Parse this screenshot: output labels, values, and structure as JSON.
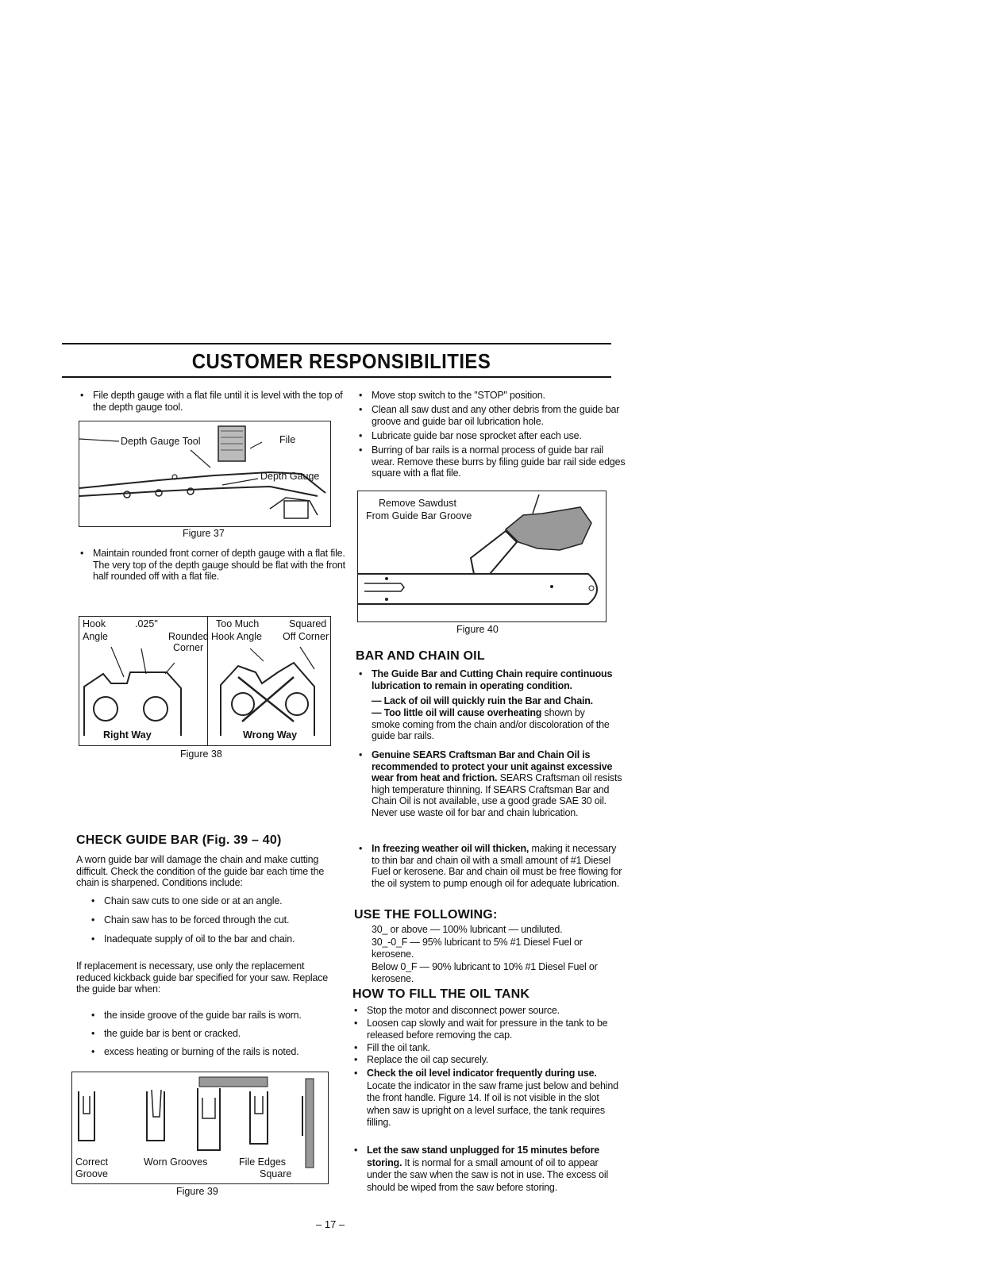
{
  "page": {
    "title": "CUSTOMER RESPONSIBILITIES",
    "page_number": "– 17 –"
  },
  "left": {
    "bullet1": "File depth gauge with a flat file until it is level with the top of the depth gauge tool.",
    "fig37": {
      "caption": "Figure 37",
      "label_tool": "Depth Gauge Tool",
      "label_file": "File",
      "label_gauge": "Depth Gauge"
    },
    "bullet2": "Maintain rounded front corner of depth gauge with a flat file. The very top of the depth gauge should be flat with the front half rounded off with a flat file.",
    "fig38": {
      "caption": "Figure 38",
      "hook": "Hook",
      "angle": "Angle",
      "dim": ".025\"",
      "rounded": "Rounded",
      "corner": "Corner",
      "too_much": "Too Much",
      "hook_angle": "Hook Angle",
      "squared": "Squared",
      "off_corner": "Off Corner",
      "right_way": "Right Way",
      "wrong_way": "Wrong Way"
    },
    "check_heading": "CHECK GUIDE BAR (Fig. 39 – 40)",
    "check_para": "A worn guide bar will damage the chain and make cutting difficult. Check the condition of the guide bar each time the chain is sharpened. Conditions include:",
    "conditions": [
      "Chain saw cuts to one side or at an angle.",
      "Chain saw has to be forced through the cut.",
      "Inadequate supply of oil to the bar and chain."
    ],
    "replace_para": "If replacement is necessary, use only the replacement reduced kickback guide bar specified for your saw. Replace the guide bar when:",
    "replace_items": [
      "the inside groove of the guide bar rails is worn.",
      "the guide bar is bent or cracked.",
      "excess heating or burning of the rails is noted."
    ],
    "fig39": {
      "caption": "Figure 39",
      "correct": "Correct",
      "groove": "Groove",
      "worn": "Worn Grooves",
      "file_edges": "File Edges",
      "square": "Square"
    }
  },
  "right": {
    "top_bullets": [
      "Move stop switch to the \"STOP\" position.",
      "Clean all saw dust and any other debris from the guide bar groove and guide bar oil lubrication hole.",
      "Lubricate guide bar nose sprocket after each use.",
      "Burring of bar rails is a normal process of guide bar rail wear. Remove these burrs by filing guide bar rail side edges square with a flat file."
    ],
    "fig40": {
      "caption": "Figure 40",
      "line1": "Remove Sawdust",
      "line2": "From Guide Bar Groove"
    },
    "oil_heading": "BAR AND CHAIN OIL",
    "oil_b1_bold": "The Guide Bar and Cutting Chain require continuous lubrication to remain in operating condition.",
    "oil_b1_dash1": "— Lack of oil will quickly ruin the Bar and Chain.",
    "oil_b1_dash2_bold": "— Too little oil will cause overheating",
    "oil_b1_dash2_rest": "shown by smoke coming from the chain and/or discoloration of the guide bar rails.",
    "oil_b2_bold": "Genuine SEARS Craftsman Bar and Chain Oil is recommended to protect your unit against excessive wear from heat and friction.",
    "oil_b2_rest": "SEARS Craftsman oil resists high temperature thinning. If SEARS Craftsman Bar and Chain Oil is not available, use a good grade SAE 30 oil. Never use waste oil for bar and chain lubrication.",
    "oil_b3_bold": "In freezing weather oil will thicken,",
    "oil_b3_rest": "making it necessary to thin bar and chain oil with a small amount of #1 Diesel Fuel or kerosene. Bar and chain oil must be free flowing for the oil system to pump enough oil for adequate lubrication.",
    "use_heading": "USE THE FOLLOWING:",
    "use_lines": [
      "30_ or above — 100% lubricant — undiluted.",
      "30_-0_F — 95% lubricant to 5% #1 Diesel Fuel or kerosene.",
      "Below 0_F — 90% lubricant to 10% #1 Diesel Fuel or kerosene."
    ],
    "fill_heading": "HOW TO FILL THE OIL TANK",
    "fill_items": [
      "Stop the motor and disconnect power source.",
      "Loosen cap slowly and wait for pressure in the tank to be released before removing the cap.",
      "Fill the oil tank.",
      "Replace the oil cap securely."
    ],
    "fill_b5_bold": "Check the oil level indicator frequently during use.",
    "fill_b5_rest": "Locate the indicator in the saw frame just below and behind the front handle. Figure 14. If oil is not visible in the slot when saw is upright on a level surface, the tank requires filling.",
    "fill_b6_bold": "Let the saw stand unplugged for 15 minutes before storing.",
    "fill_b6_rest": "It is normal for a small amount of oil to appear under the saw when the saw is not in use. The excess oil should be wiped from the saw before storing."
  }
}
